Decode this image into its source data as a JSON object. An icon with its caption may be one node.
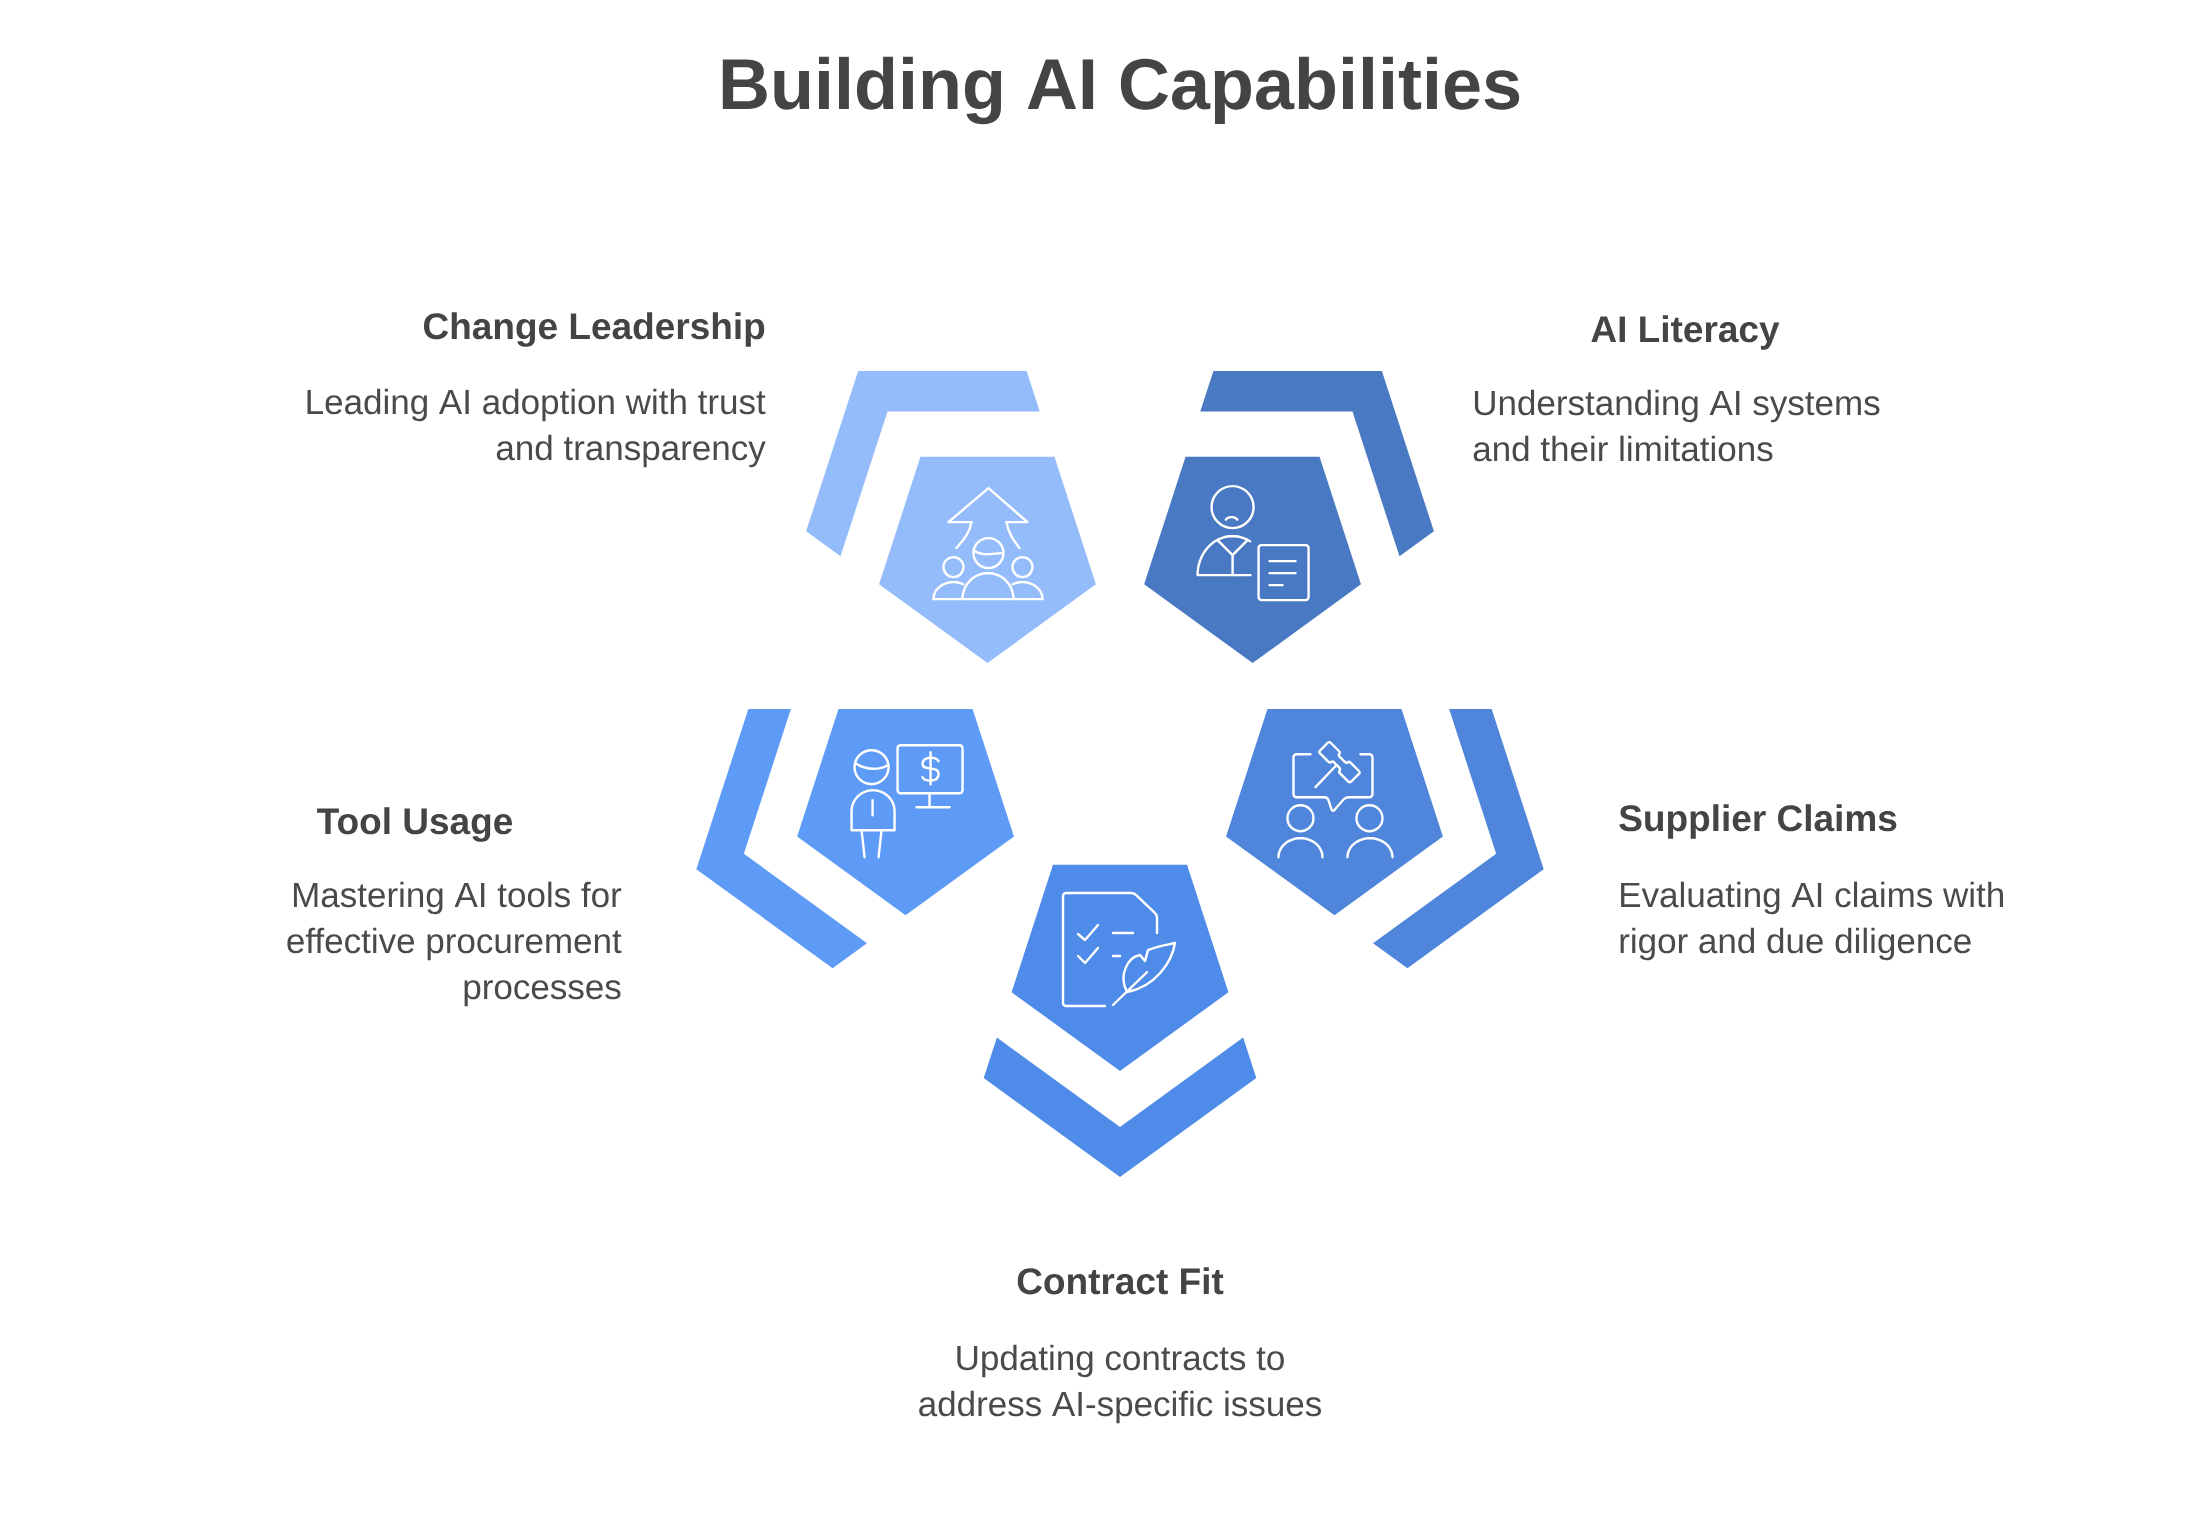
{
  "diagram": {
    "title": "Building AI Capabilities",
    "nodes": [
      {
        "text": [
          "Change Leadership",
          "Leading AI adoption with trust and transparency"
        ]
      },
      {
        "text": [
          "AI Literacy",
          "Understanding AI systems and their limitations"
        ]
      },
      {
        "text": [
          "Tool Usage",
          "Mastering AI tools for effective procurement processes"
        ]
      },
      {
        "text": [
          "Supplier Claims",
          "Evaluating AI claims with rigor and due diligence"
        ]
      },
      {
        "text": [
          "Contract Fit",
          "Updating contracts to address AI-specific issues"
        ]
      }
    ]
  }
}
